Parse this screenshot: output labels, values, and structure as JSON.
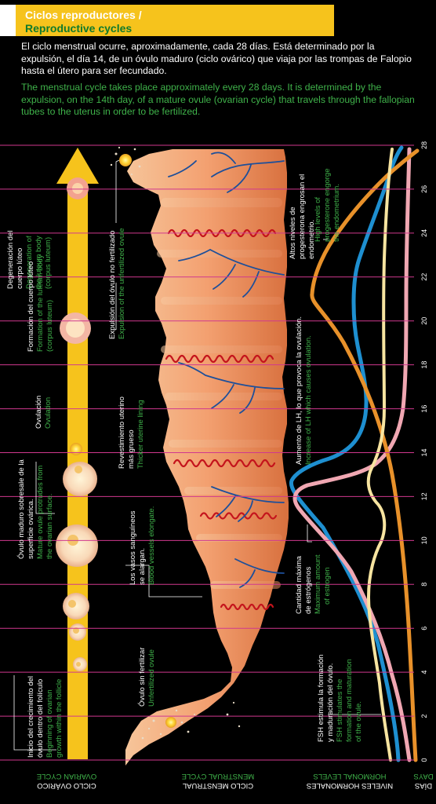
{
  "header": {
    "title_es": "Ciclos reproductores /",
    "title_en": "Reproductive cycles"
  },
  "intro": {
    "es": "El ciclo menstrual ocurre, aproximadamente, cada 28 días. Está determinado por la expulsión, el día 14, de un óvulo maduro (ciclo ovárico) que viaja por las trompas de Falopio hasta el útero para ser fecundado.",
    "en": "The menstrual cycle takes place approximately every 28 days. It is determined by the expulsion, on the 14th day, of a mature ovule (ovarian cycle) that travels through the fallopian tubes to the uterus in order to be fertilized."
  },
  "days_axis": {
    "ticks": [
      "0",
      "2",
      "4",
      "6",
      "8",
      "10",
      "12",
      "14",
      "16",
      "18",
      "20",
      "22",
      "24",
      "26",
      "28"
    ],
    "label_es": "DÍAS",
    "label_en": "DAYS"
  },
  "section_labels": {
    "ovarian_es": "CICLO OVÁRICO",
    "ovarian_en": "OVARIAN CYCLE",
    "menstrual_es": "CICLO MENSTRUAL",
    "menstrual_en": "MENSTRUAL CYCLE",
    "hormonal_es": "NIVELES HORMONALES",
    "hormonal_en": "HORMONAL LEVELS"
  },
  "ovarian_labels": {
    "degeneration_es_1": "Degeneración del",
    "degeneration_es_2": "cuerpo lúteo",
    "degeneration_en_1": "Degeneration of",
    "degeneration_en_2": "the luteum body",
    "degeneration_en_3": "(corpus luteum)",
    "formation_es": "Formación del cuerpo lúteo",
    "formation_en_1": "Formation of the luteum body",
    "formation_en_2": "(corpus luteum)",
    "ovulation_es": "Ovulación",
    "ovulation_en": "Ovulation",
    "mature_es_1": "Óvulo maduro sobresale de la",
    "mature_es_2": "superficie ovárica.",
    "mature_en_1": "Mature ovule protrudes from",
    "mature_en_2": "the ovarian surface.",
    "start_es_1": "Inicio del crecimiento del",
    "start_es_2": "óvulo dentro del folículo",
    "start_en_1": "Beginning of ovarian",
    "start_en_2": "growth within the follicle"
  },
  "menstrual_labels": {
    "expulsion_es": "Expulsión del óvulo no fertilizado",
    "expulsion_en": "Expulsion of the unfertilized ovule",
    "thicker_es_1": "Revestimiento uterino",
    "thicker_es_2": "más grueso",
    "thicker_en": "Thicker uterine lining",
    "vessels_es_1": "Los vasos sanguíneos",
    "vessels_es_2": "se alargan.",
    "vessels_en": "Blood vessels elongate.",
    "unfert_es": "Óvulo sin fertilizar",
    "unfert_en": "Unfertilized ovule"
  },
  "hormone_labels": {
    "progesterone_es_1": "Altos niveles de",
    "progesterone_es_2": "progesterona engrosan el",
    "progesterone_es_3": "endometrio.",
    "progesterone_en_1": "High levels of",
    "progesterone_en_2": "progesterone engorge",
    "progesterone_en_3": "the endometrium.",
    "lh_es": "Aumento de LH, lo que provoca la ovulación.",
    "lh_en": "Increase of LH which causes ovulation.",
    "estrogen_es_1": "Cantidad máxima",
    "estrogen_es_2": "de estrógenos",
    "estrogen_en_1": "Maximum amount",
    "estrogen_en_2": "of estrogen",
    "fsh_es_1": "FSH estimula la formación",
    "fsh_es_2": "y maduración del óvulo.",
    "fsh_en_1": "FSH stimulates the",
    "fsh_en_2": "formation and maturation",
    "fsh_en_3": "of the ovule."
  },
  "colors": {
    "accent_yellow": "#f6c31c",
    "text_green": "#3fb24a",
    "grid_magenta": "#d0388e",
    "lh_blue": "#1e8fd0",
    "progesterone_orange": "#e8912a",
    "estrogen_pink": "#f0a7b2",
    "fsh_cream": "#f7e4a0",
    "uterus_tissue": "#f2a174",
    "vessel_red": "#c4141c",
    "vessel_blue": "#1d4f9a"
  }
}
